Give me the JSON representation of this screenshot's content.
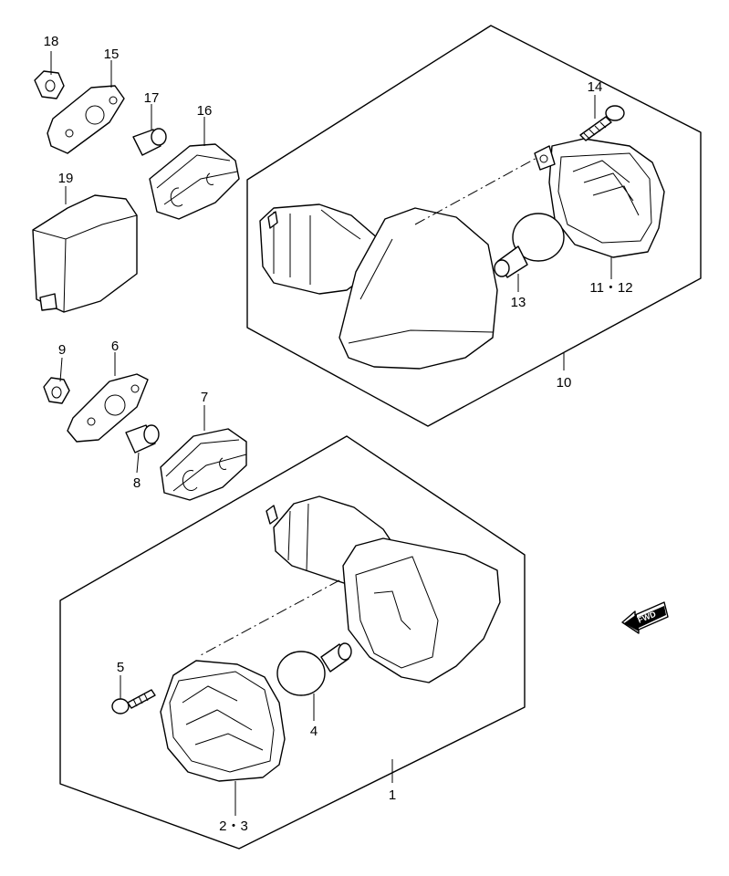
{
  "labels": {
    "p1": "1",
    "p2_3": "2・3",
    "p4": "4",
    "p5": "5",
    "p6": "6",
    "p7": "7",
    "p8": "8",
    "p9": "9",
    "p10": "10",
    "p11_12": "11・12",
    "p13": "13",
    "p14": "14",
    "p15": "15",
    "p16": "16",
    "p17": "17",
    "p18": "18",
    "p19": "19"
  },
  "direction_arrow": {
    "text": "FWD",
    "icon": "forward-arrow-icon"
  }
}
